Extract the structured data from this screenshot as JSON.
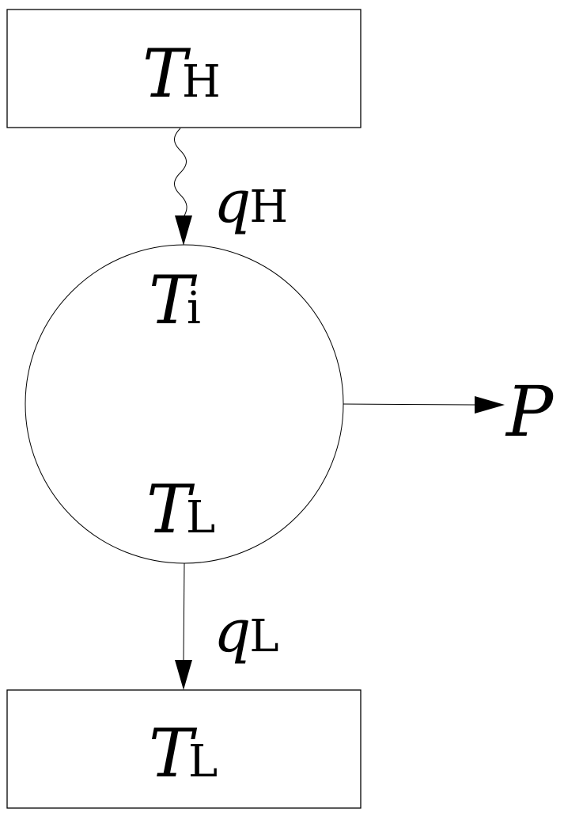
{
  "hot_reservoir": {
    "symbol": "T",
    "subscript": "H"
  },
  "cold_reservoir": {
    "symbol": "T",
    "subscript": "L"
  },
  "engine": {
    "inner_temp": {
      "symbol": "T",
      "subscript": "i"
    },
    "low_temp": {
      "symbol": "T",
      "subscript": "L"
    }
  },
  "heat_in": {
    "symbol": "q",
    "subscript": "H"
  },
  "heat_out": {
    "symbol": "q",
    "subscript": "L"
  },
  "power": {
    "symbol": "P"
  },
  "colors": {
    "stroke": "#000000",
    "background": "#ffffff"
  }
}
